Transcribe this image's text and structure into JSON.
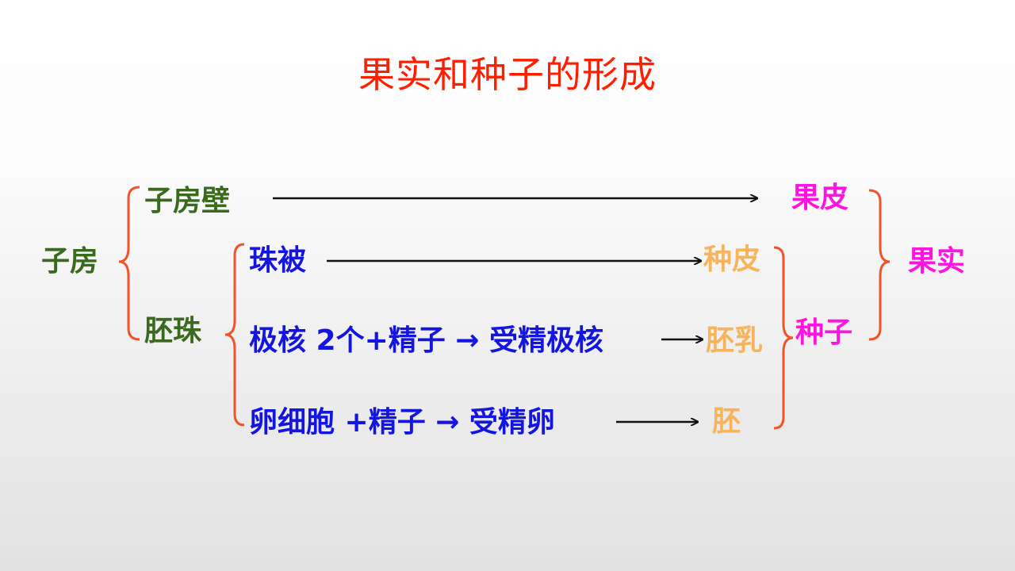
{
  "title": "果实和种子的形成",
  "labels": {
    "ovary": "子房",
    "ovary_wall": "子房壁",
    "ovule": "胚珠",
    "integument": "珠被",
    "polar_nuclei_line": "极核 2个+精子 → 受精极核",
    "egg_cell_line": "卵细胞 +精子 → 受精卵",
    "seed_coat": "种皮",
    "endosperm": "胚乳",
    "embryo": "胚",
    "pericarp": "果皮",
    "seed": "种子",
    "fruit": "果实"
  },
  "colors": {
    "title": "#ff1f00",
    "green": "#3a6a1e",
    "blue": "#1515e0",
    "orange": "#f8b45c",
    "pink": "#ff13e0",
    "brace": "#f0542a",
    "arrow": "#111111"
  }
}
